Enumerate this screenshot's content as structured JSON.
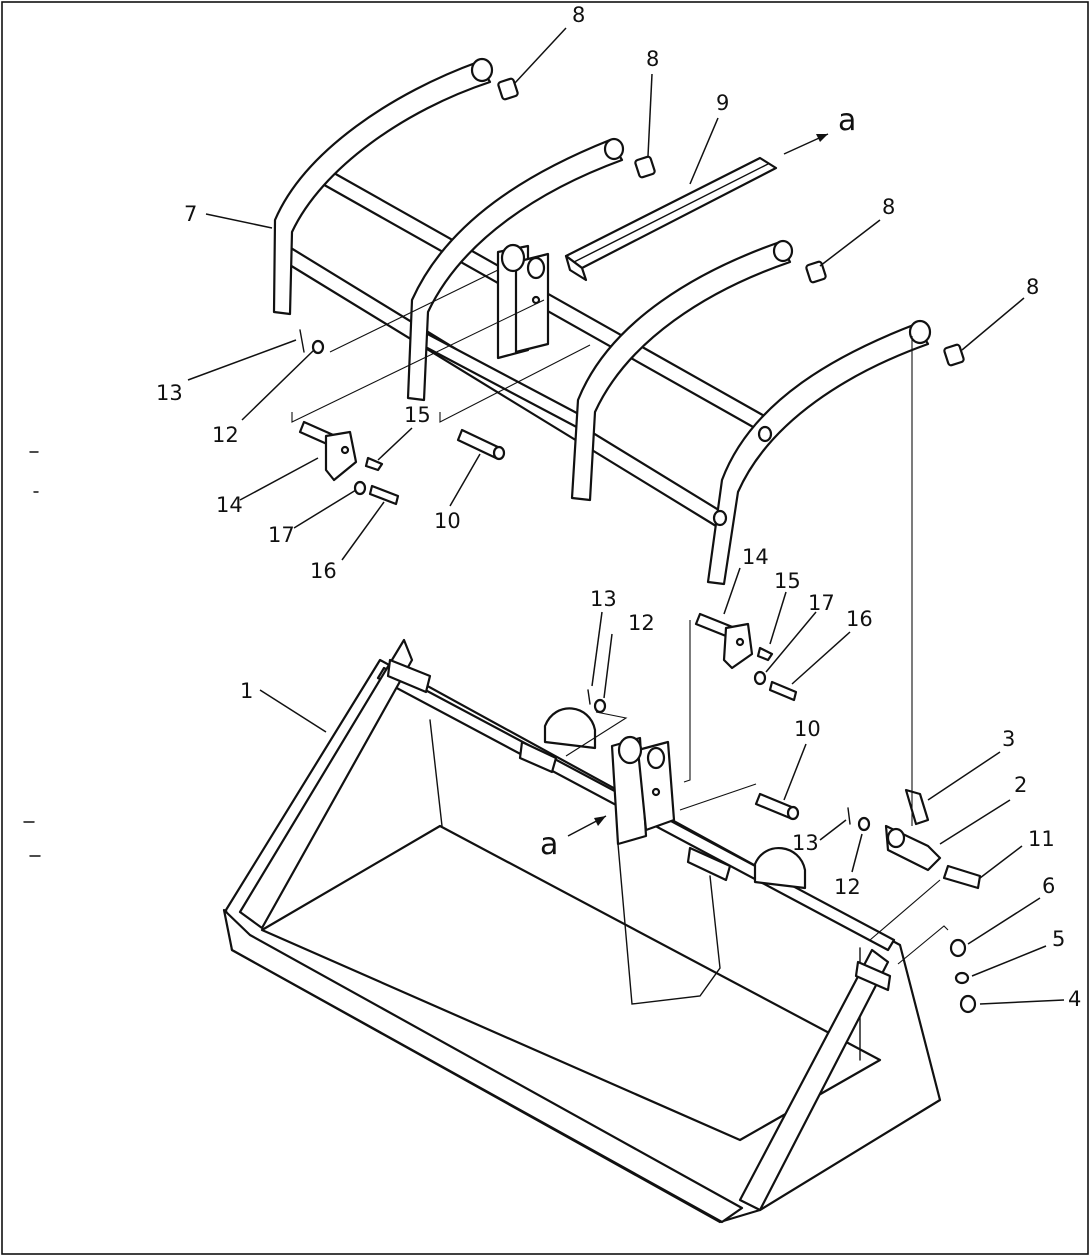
{
  "callouts": [
    {
      "id": "c1",
      "text": "1"
    },
    {
      "id": "c2",
      "text": "2"
    },
    {
      "id": "c3",
      "text": "3"
    },
    {
      "id": "c4",
      "text": "4"
    },
    {
      "id": "c5",
      "text": "5"
    },
    {
      "id": "c6",
      "text": "6"
    },
    {
      "id": "c7",
      "text": "7"
    },
    {
      "id": "c8a",
      "text": "8"
    },
    {
      "id": "c8b",
      "text": "8"
    },
    {
      "id": "c8c",
      "text": "8"
    },
    {
      "id": "c8d",
      "text": "8"
    },
    {
      "id": "c9",
      "text": "9"
    },
    {
      "id": "c10a",
      "text": "10"
    },
    {
      "id": "c10b",
      "text": "10"
    },
    {
      "id": "c11",
      "text": "11"
    },
    {
      "id": "c12a",
      "text": "12"
    },
    {
      "id": "c12b",
      "text": "12"
    },
    {
      "id": "c12c",
      "text": "12"
    },
    {
      "id": "c13a",
      "text": "13"
    },
    {
      "id": "c13b",
      "text": "13"
    },
    {
      "id": "c13c",
      "text": "13"
    },
    {
      "id": "c14a",
      "text": "14"
    },
    {
      "id": "c14b",
      "text": "14"
    },
    {
      "id": "c15a",
      "text": "15"
    },
    {
      "id": "c15b",
      "text": "15"
    },
    {
      "id": "c16a",
      "text": "16"
    },
    {
      "id": "c16b",
      "text": "16"
    },
    {
      "id": "c17a",
      "text": "17"
    },
    {
      "id": "c17b",
      "text": "17"
    }
  ],
  "reference_marks": {
    "upper": "a",
    "lower": "a"
  }
}
